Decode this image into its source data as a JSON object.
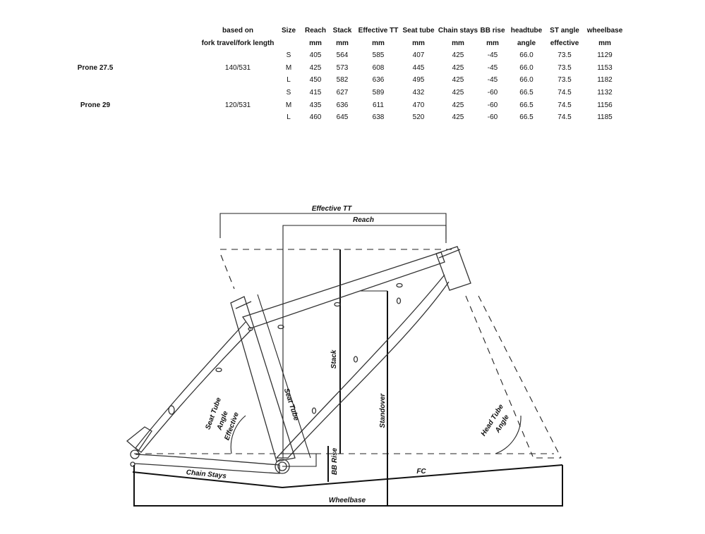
{
  "table": {
    "headers": [
      {
        "line1": "based on",
        "line2": "fork travel/fork length"
      },
      {
        "line1": "Size",
        "line2": ""
      },
      {
        "line1": "Reach",
        "line2": "mm"
      },
      {
        "line1": "Stack",
        "line2": "mm"
      },
      {
        "line1": "Effective TT",
        "line2": "mm"
      },
      {
        "line1": "Seat tube",
        "line2": "mm"
      },
      {
        "line1": "Chain stays",
        "line2": "mm"
      },
      {
        "line1": "BB rise",
        "line2": "mm"
      },
      {
        "line1": "headtube",
        "line2": "angle"
      },
      {
        "line1": "ST angle",
        "line2": "effective"
      },
      {
        "line1": "wheelbase",
        "line2": "mm"
      }
    ],
    "models": [
      {
        "name": "Prone 27.5",
        "fork": "140/531"
      },
      {
        "name": "Prone 29",
        "fork": "120/531"
      }
    ],
    "rows": [
      [
        "S",
        "405",
        "564",
        "585",
        "407",
        "425",
        "-45",
        "66.0",
        "73.5",
        "1129"
      ],
      [
        "M",
        "425",
        "573",
        "608",
        "445",
        "425",
        "-45",
        "66.0",
        "73.5",
        "1153"
      ],
      [
        "L",
        "450",
        "582",
        "636",
        "495",
        "425",
        "-45",
        "66.0",
        "73.5",
        "1182"
      ],
      [
        "S",
        "415",
        "627",
        "589",
        "432",
        "425",
        "-60",
        "66.5",
        "74.5",
        "1132"
      ],
      [
        "M",
        "435",
        "636",
        "611",
        "470",
        "425",
        "-60",
        "66.5",
        "74.5",
        "1156"
      ],
      [
        "L",
        "460",
        "645",
        "638",
        "520",
        "425",
        "-60",
        "66.5",
        "74.5",
        "1185"
      ]
    ]
  },
  "diagram": {
    "labels": {
      "effective_tt": "Effective TT",
      "reach": "Reach",
      "stack": "Stack",
      "seat_tube": "Seat Tube",
      "standover": "Standover",
      "seat_tube_angle_1": "Seat Tube",
      "seat_tube_angle_2": "Angle",
      "seat_tube_angle_3": "Effective",
      "head_tube_angle_1": "Head Tube",
      "head_tube_angle_2": "Angle",
      "bb_rise": "BB Rise",
      "chain_stays": "Chain Stays",
      "fc": "FC",
      "wheelbase": "Wheelbase"
    }
  }
}
